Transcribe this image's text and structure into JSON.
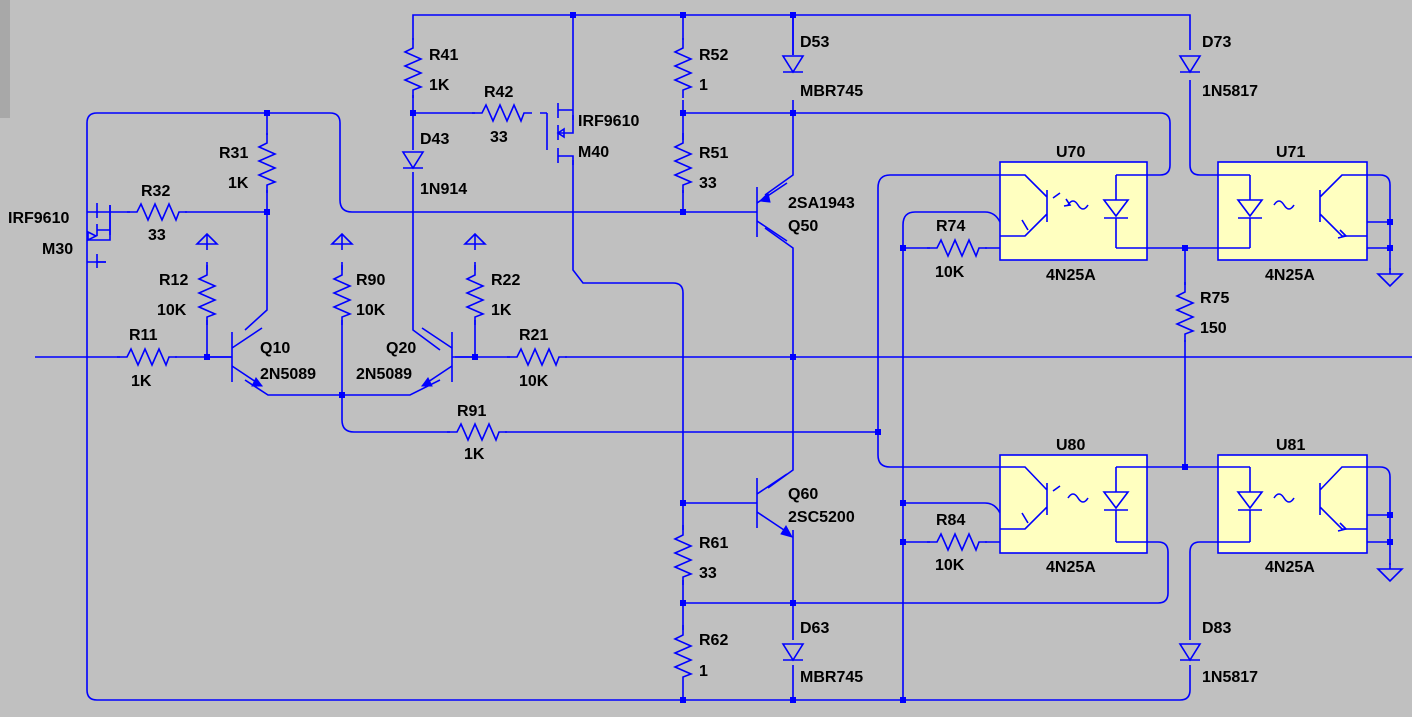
{
  "colors": {
    "background": "#c0c0c0",
    "wire": "#0000ff",
    "opto_fill": "#ffffc0",
    "text": "#000000"
  },
  "components": {
    "R11": {
      "ref": "R11",
      "value": "1K"
    },
    "R12": {
      "ref": "R12",
      "value": "10K"
    },
    "R21": {
      "ref": "R21",
      "value": "10K"
    },
    "R22": {
      "ref": "R22",
      "value": "1K"
    },
    "R31": {
      "ref": "R31",
      "value": "1K"
    },
    "R32": {
      "ref": "R32",
      "value": "33"
    },
    "R41": {
      "ref": "R41",
      "value": "1K"
    },
    "R42": {
      "ref": "R42",
      "value": "33"
    },
    "R51": {
      "ref": "R51",
      "value": "33"
    },
    "R52": {
      "ref": "R52",
      "value": "1"
    },
    "R61": {
      "ref": "R61",
      "value": "33"
    },
    "R62": {
      "ref": "R62",
      "value": "1"
    },
    "R74": {
      "ref": "R74",
      "value": "10K"
    },
    "R75": {
      "ref": "R75",
      "value": "150"
    },
    "R84": {
      "ref": "R84",
      "value": "10K"
    },
    "R90": {
      "ref": "R90",
      "value": "10K"
    },
    "R91": {
      "ref": "R91",
      "value": "1K"
    },
    "M30": {
      "ref": "M30",
      "value": "IRF9610"
    },
    "M40": {
      "ref": "M40",
      "value": "IRF9610"
    },
    "Q10": {
      "ref": "Q10",
      "value": "2N5089"
    },
    "Q20": {
      "ref": "Q20",
      "value": "2N5089"
    },
    "Q50": {
      "ref": "Q50",
      "value": "2SA1943"
    },
    "Q60": {
      "ref": "Q60",
      "value": "2SC5200"
    },
    "D43": {
      "ref": "D43",
      "value": "1N914"
    },
    "D53": {
      "ref": "D53",
      "value": "MBR745"
    },
    "D63": {
      "ref": "D63",
      "value": "MBR745"
    },
    "D73": {
      "ref": "D73",
      "value": "1N5817"
    },
    "D83": {
      "ref": "D83",
      "value": "1N5817"
    },
    "U70": {
      "ref": "U70",
      "value": "4N25A"
    },
    "U71": {
      "ref": "U71",
      "value": "4N25A"
    },
    "U80": {
      "ref": "U80",
      "value": "4N25A"
    },
    "U81": {
      "ref": "U81",
      "value": "4N25A"
    }
  }
}
